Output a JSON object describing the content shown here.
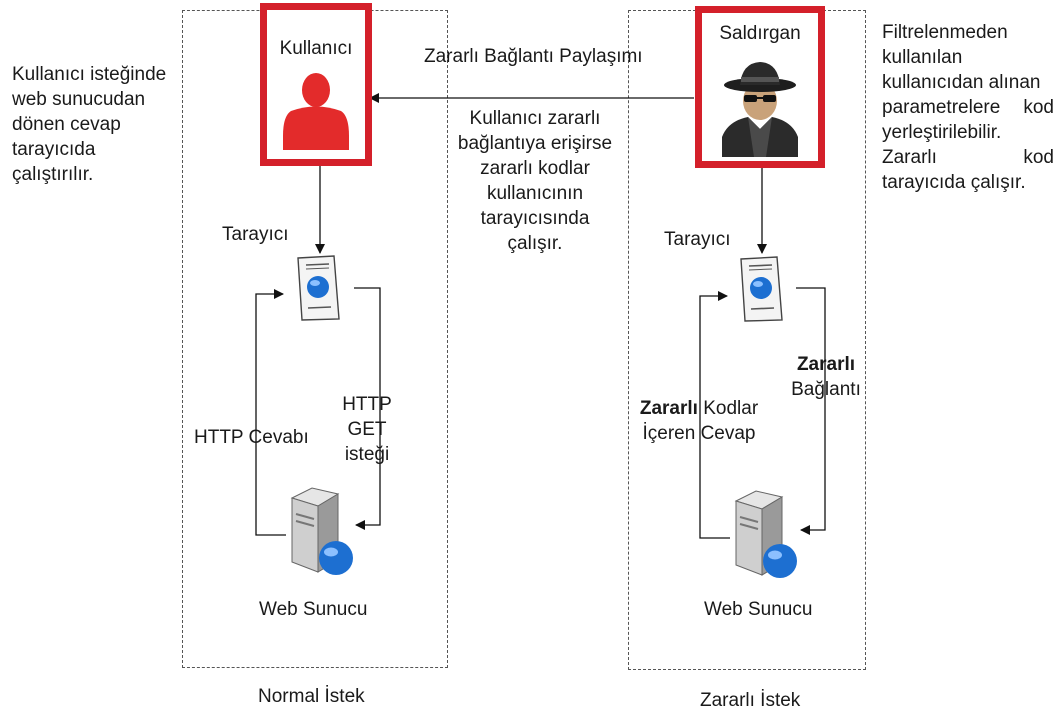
{
  "left_note": [
    "Kullanıcı isteğinde",
    "web sunucudan",
    "dönen cevap",
    "tarayıcıda",
    "çalıştırılır."
  ],
  "right_note": [
    "Filtrelenmeden",
    "kullanılan",
    "kullanıcıdan alınan",
    "parametrelere kod",
    "yerleştirilebilir.",
    "Zararlı kod",
    "tarayıcıda çalışır."
  ],
  "center_note": [
    "Kullanıcı zararlı",
    "bağlantıya erişirse",
    "zararlı kodlar",
    "kullanıcının",
    "tarayıcısında",
    "çalışır."
  ],
  "share_label": "Zararlı Bağlantı Paylaşımı",
  "normal": {
    "caption": "Normal İstek",
    "actor_label": "Kullanıcı",
    "browser_label": "Tarayıcı",
    "request_label": [
      "HTTP GET",
      "isteği"
    ],
    "response_label": "HTTP Cevabı",
    "server_label": "Web Sunucu"
  },
  "malicious": {
    "caption": "Zararlı İstek",
    "actor_label": "Saldırgan",
    "browser_label": "Tarayıcı",
    "link_bold": "Zararlı",
    "link_rest": "Bağlantı",
    "response_bold": "Zararlı",
    "response_rest": "Kodlar",
    "response_line2": "İçeren Cevap",
    "server_label": "Web Sunucu"
  },
  "colors": {
    "highlight": "#d4202a",
    "user_icon": "#e32b2b",
    "globe": "#1d6fd1"
  }
}
